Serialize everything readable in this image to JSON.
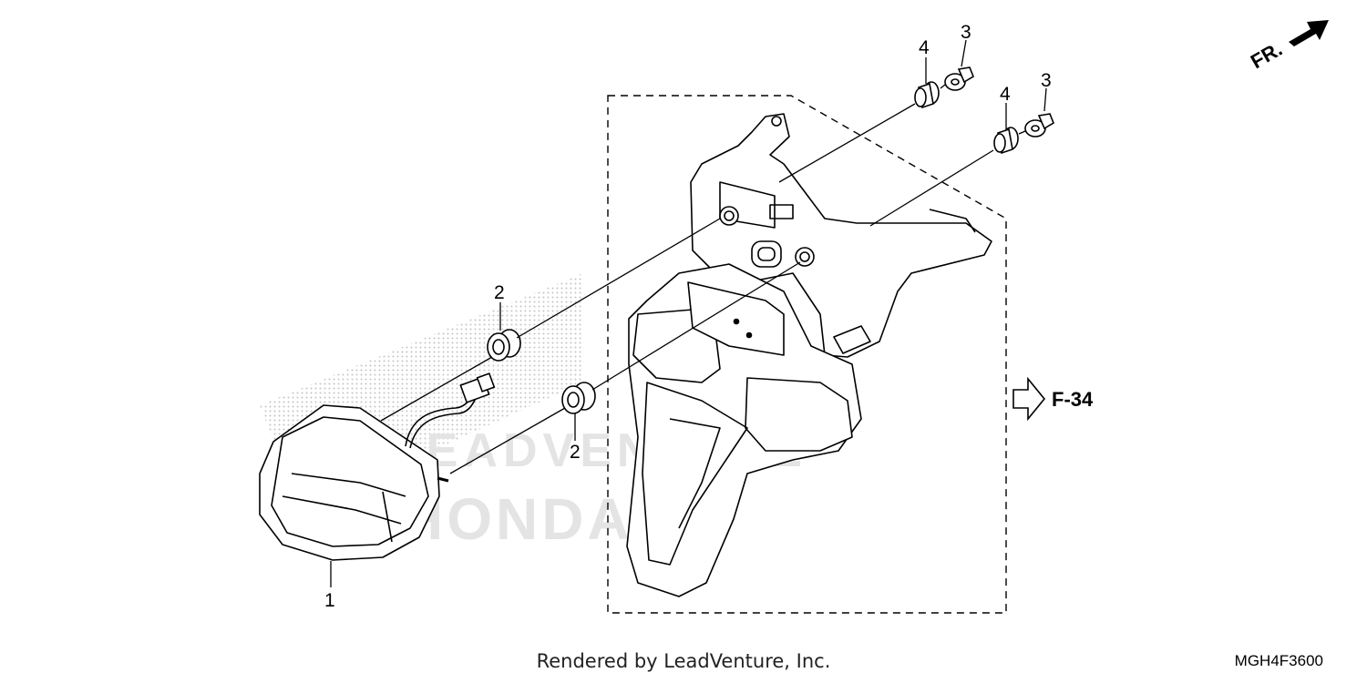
{
  "diagram": {
    "callouts": [
      {
        "id": "1",
        "label": "1"
      },
      {
        "id": "2a",
        "label": "2"
      },
      {
        "id": "2b",
        "label": "2"
      },
      {
        "id": "3a",
        "label": "3"
      },
      {
        "id": "3b",
        "label": "3"
      },
      {
        "id": "4a",
        "label": "4"
      },
      {
        "id": "4b",
        "label": "4"
      }
    ],
    "reference": "F-34",
    "direction_label": "FR.",
    "watermark_text": "LEADVENTURE",
    "watermark_brand": "HONDA"
  },
  "footer": {
    "credit": "Rendered by LeadVenture, Inc.",
    "diagram_code": "MGH4F3600"
  },
  "colors": {
    "line": "#000000",
    "watermark": "#e4e4e4",
    "stipple": "#bdbdbd"
  }
}
